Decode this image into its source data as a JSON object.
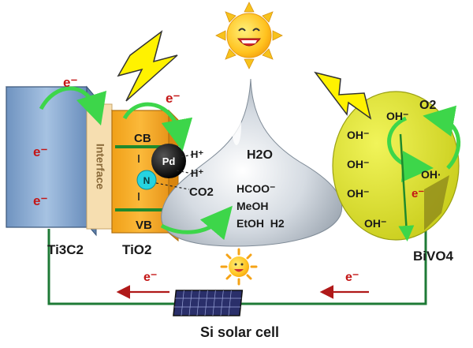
{
  "colors": {
    "circuit": "#1e7a36",
    "arrow_red": "#b01919",
    "arrow_green": "#3dd64a",
    "ti3c2_fill": "#8fb0d4",
    "tio2_fill": "#f5a623",
    "interface_fill": "#f6deb0",
    "bivo4_fill": "#e2e73a",
    "electron_text": "#c41616"
  },
  "icons": {
    "sun_main": "sun-icon",
    "sun_small": "sun-icon",
    "lightning": "lightning-bolt-icon",
    "solar_panel": "solar-panel-icon"
  },
  "ti3c2": {
    "label": "Ti3C2",
    "electron_1": "e⁻",
    "electron_2": "e⁻"
  },
  "interface": {
    "label": "Interface"
  },
  "tio2": {
    "label": "TiO2",
    "cb": "CB",
    "vb": "VB",
    "pd": "Pd",
    "n": "N"
  },
  "droplet": {
    "h2o": "H2O",
    "hplus_1": "H⁺",
    "hplus_2": "H⁺",
    "co2": "CO2",
    "products": [
      "HCOO⁻",
      "MeOH",
      "EtOH  H2"
    ]
  },
  "bivo4": {
    "label": "BiVO4",
    "o2": "O2",
    "oh_left": [
      "OH⁻",
      "OH⁻",
      "OH⁻",
      "OH⁻"
    ],
    "oh_inner": "OH⁻",
    "oh_radical": "OH·",
    "electron": "e⁻"
  },
  "electrons": {
    "top_left": "e⁻",
    "top_tio2": "e⁻",
    "bottom_left": "e⁻",
    "bottom_right": "e⁻"
  },
  "solar_cell": {
    "label": "Si solar cell"
  }
}
